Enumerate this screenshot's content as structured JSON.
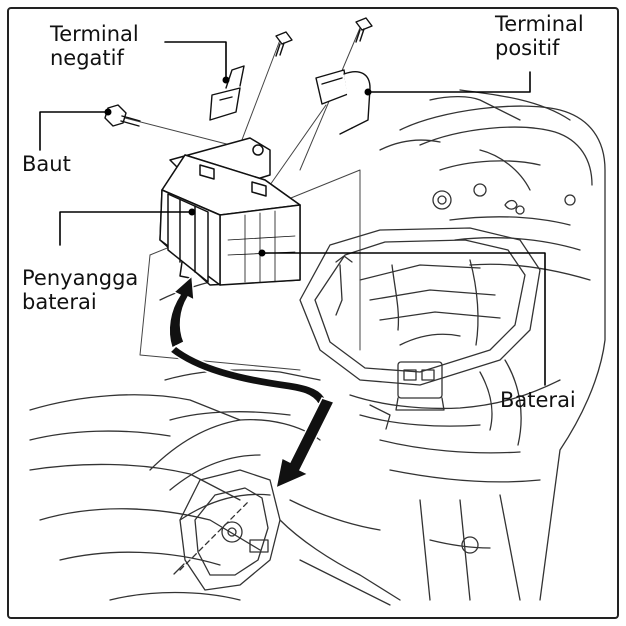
{
  "labels": {
    "terminal_negatif": [
      "Terminal",
      "negatif"
    ],
    "terminal_positif": [
      "Terminal",
      "positif"
    ],
    "baut": "Baut",
    "penyangga_baterai": [
      "Penyangga",
      "baterai"
    ],
    "baterai": "Baterai"
  },
  "colors": {
    "ink": "#1a1a1a",
    "background": "#ffffff",
    "frame": "#222222"
  }
}
